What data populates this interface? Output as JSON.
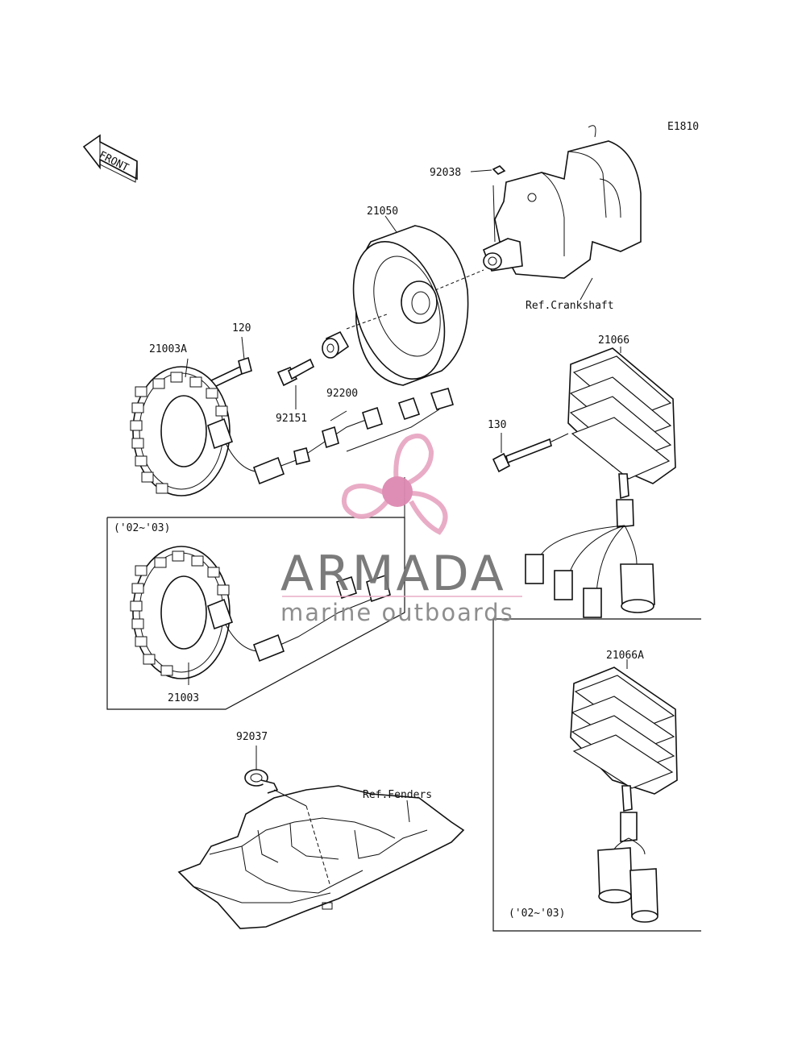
{
  "diagram_code": "E1810",
  "front_label": "FRONT",
  "labels": {
    "p92038": "92038",
    "p21050": "21050",
    "ref_crankshaft": "Ref.Crankshaft",
    "p120": "120",
    "p21003A": "21003A",
    "p21066": "21066",
    "p92200": "92200",
    "p92151": "92151",
    "p130": "130",
    "inset1_years": "('02~'03)",
    "p21003": "21003",
    "p92037": "92037",
    "ref_fenders": "Ref.Fenders",
    "p21066A": "21066A",
    "inset2_years": "('02~'03)"
  },
  "watermark": {
    "name": "ARMADA",
    "tagline": "marine outboards",
    "color_primary": "#e8a8c4",
    "color_center": "#dd88b0"
  }
}
